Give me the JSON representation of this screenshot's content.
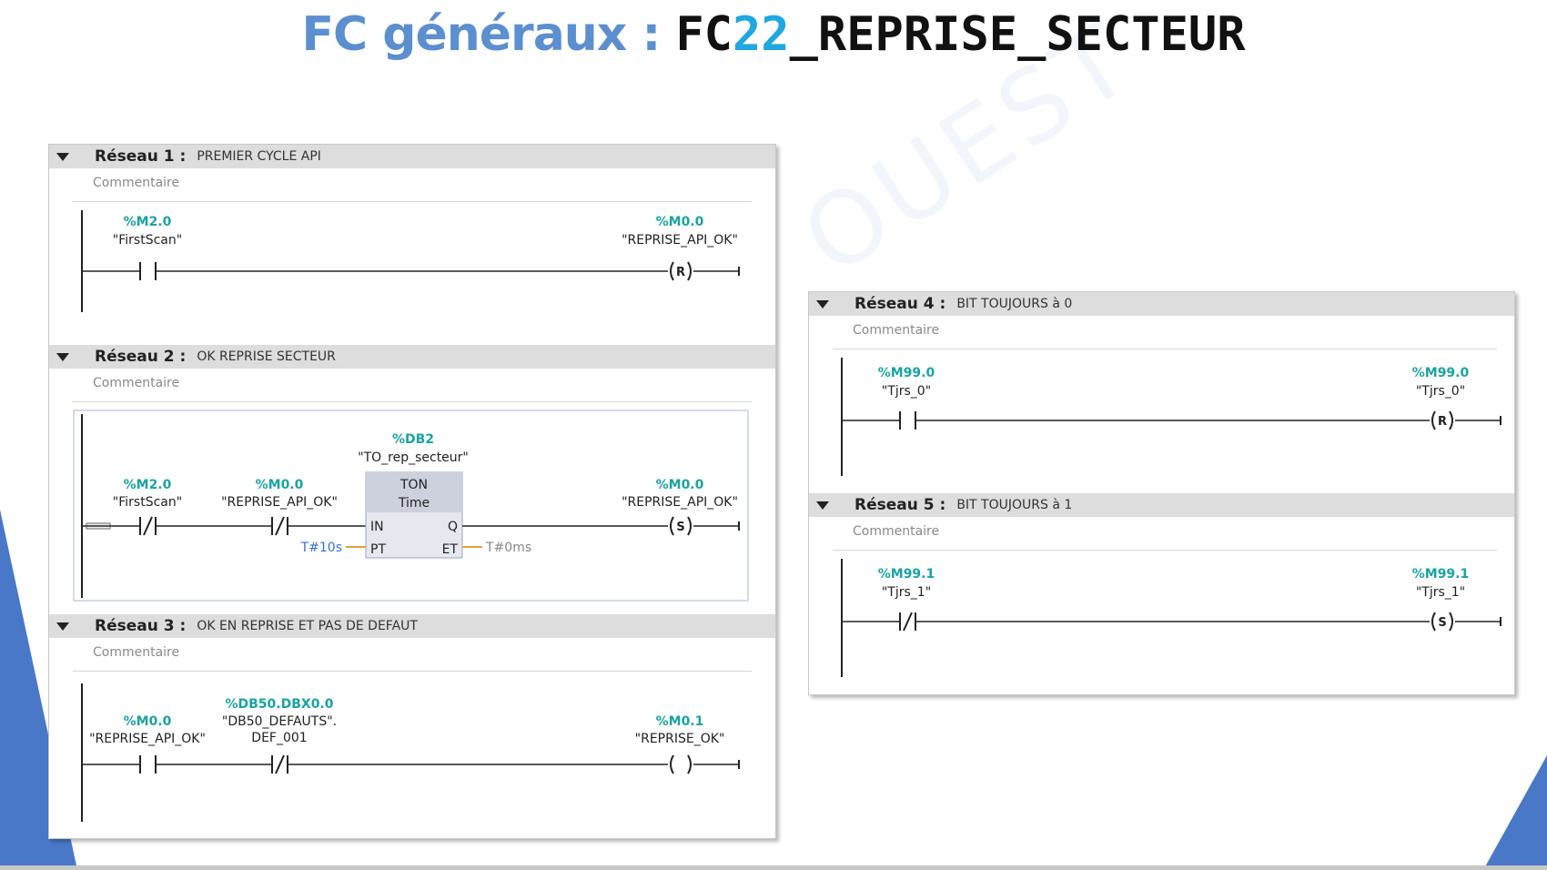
{
  "title": {
    "prefix": "FC généraux : ",
    "fc": "FC",
    "number": "22",
    "name": "_REPRISE_SECTEUR"
  },
  "watermark": "OUEST",
  "colors": {
    "title_blue": "#5b8fcf",
    "number_blue": "#1fa7e0",
    "address_teal": "#1aa3a3",
    "header_gray": "#dddddd"
  },
  "networks": {
    "n1": {
      "label": "Réseau 1 :",
      "title": "PREMIER CYCLE API",
      "comment": "Commentaire",
      "contact_addr": "%M2.0",
      "contact_sym": "\"FirstScan\"",
      "coil_addr": "%M0.0",
      "coil_sym": "\"REPRISE_API_OK\"",
      "coil_type": "R"
    },
    "n2": {
      "label": "Réseau 2 :",
      "title": "OK REPRISE SECTEUR",
      "comment": "Commentaire",
      "c1_addr": "%M2.0",
      "c1_sym": "\"FirstScan\"",
      "c2_addr": "%M0.0",
      "c2_sym": "\"REPRISE_API_OK\"",
      "db_addr": "%DB2",
      "db_sym": "\"TO_rep_secteur\"",
      "block_type": "TON",
      "block_sub": "Time",
      "pin_in": "IN",
      "pin_pt": "PT",
      "pin_q": "Q",
      "pin_et": "ET",
      "pt_value": "T#10s",
      "et_value": "T#0ms",
      "coil_addr": "%M0.0",
      "coil_sym": "\"REPRISE_API_OK\"",
      "coil_type": "S"
    },
    "n3": {
      "label": "Réseau 3 :",
      "title": "OK EN REPRISE ET PAS DE DEFAUT",
      "comment": "Commentaire",
      "c1_addr": "%M0.0",
      "c1_sym": "\"REPRISE_API_OK\"",
      "c2_addr": "%DB50.DBX0.0",
      "c2_sym1": "\"DB50_DEFAUTS\".",
      "c2_sym2": "DEF_001",
      "coil_addr": "%M0.1",
      "coil_sym": "\"REPRISE_OK\""
    },
    "n4": {
      "label": "Réseau 4 :",
      "title": "BIT TOUJOURS à 0",
      "comment": "Commentaire",
      "contact_addr": "%M99.0",
      "contact_sym": "\"Tjrs_0\"",
      "coil_addr": "%M99.0",
      "coil_sym": "\"Tjrs_0\"",
      "coil_type": "R"
    },
    "n5": {
      "label": "Réseau 5 :",
      "title": "BIT TOUJOURS à 1",
      "comment": "Commentaire",
      "contact_addr": "%M99.1",
      "contact_sym": "\"Tjrs_1\"",
      "coil_addr": "%M99.1",
      "coil_sym": "\"Tjrs_1\"",
      "coil_type": "S"
    }
  }
}
